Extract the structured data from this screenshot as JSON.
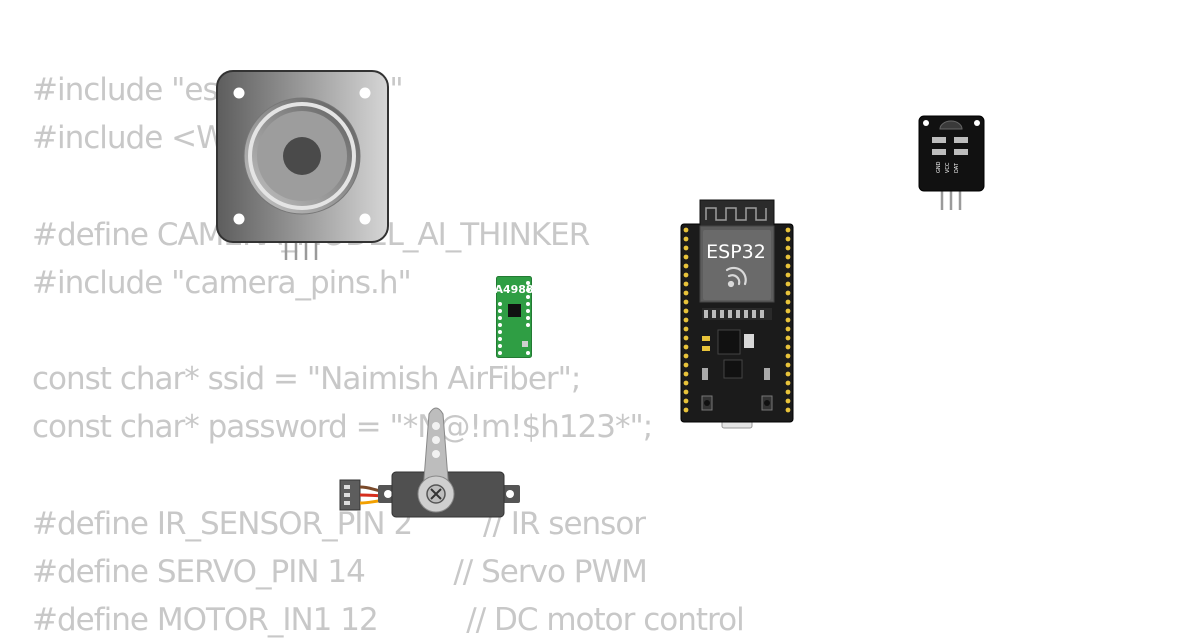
{
  "code_lines": [
    "#include \"esp_camera.h\"",
    "#include <WiFi.h>",
    "",
    "#define CAMERA_MODEL_AI_THINKER",
    "#include \"camera_pins.h\"",
    "",
    "const char* ssid = \"Naimish AirFiber\";",
    "const char* password = \"*N@!m!$h123*\";",
    "",
    "#define IR_SENSOR_PIN 2        // IR sensor",
    "#define SERVO_PIN 14          // Servo PWM",
    "#define MOTOR_IN1 12          // DC motor control"
  ],
  "components": {
    "esp32": {
      "label": "ESP32",
      "icon": "espressif-logo-icon"
    },
    "driver": {
      "label": "A4988"
    },
    "ir_sensor": {
      "pins": [
        "GND",
        "VCC",
        "DAT"
      ]
    },
    "stepper": {
      "icon": "stepper-motor-icon"
    },
    "servo": {
      "icon": "servo-motor-icon"
    }
  },
  "colors": {
    "code_text": "#c8c8c8",
    "board_black": "#1b1b1b",
    "driver_green": "#2f9e44",
    "pin_gold": "#e8c33a"
  }
}
